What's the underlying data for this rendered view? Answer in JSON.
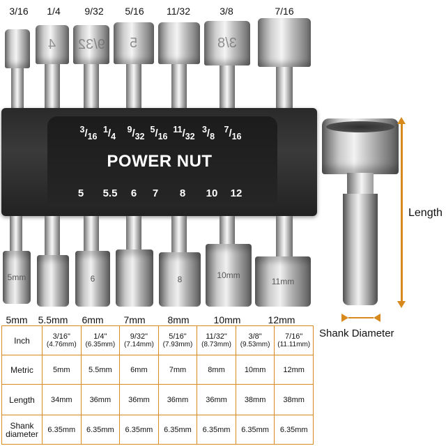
{
  "imperial_labels": [
    "3/16",
    "1/4",
    "9/32",
    "5/16",
    "11/32",
    "3/8",
    "7/16"
  ],
  "socket_etch": [
    "",
    "4",
    "9/32",
    "5",
    "",
    "3/8",
    ""
  ],
  "socket_bottom_etch": [
    "5mm",
    "",
    "6",
    "",
    "8",
    "10mm",
    "11mm"
  ],
  "metric_labels": [
    "5mm",
    "5.5mm",
    "6mm",
    "7mm",
    "8mm",
    "10mm",
    "12mm"
  ],
  "holder": {
    "brand": "POWER NUT",
    "fractions": [
      {
        "num": "3",
        "den": "16"
      },
      {
        "num": "1",
        "den": "4"
      },
      {
        "num": "9",
        "den": "32"
      },
      {
        "num": "5",
        "den": "16"
      },
      {
        "num": "11",
        "den": "32"
      },
      {
        "num": "3",
        "den": "8"
      },
      {
        "num": "7",
        "den": "16"
      }
    ],
    "metric": [
      "5",
      "5.5",
      "6",
      "7",
      "8",
      "10",
      "12"
    ]
  },
  "dimension_labels": {
    "length": "Length",
    "shank_diameter": "Shank Diameter"
  },
  "colors": {
    "accent": "#d8891c",
    "holder": "#2a2a2a"
  },
  "table": {
    "rows": [
      {
        "head": "Inch",
        "cells": [
          {
            "main": "3/16\"",
            "sub": "(4.76mm)"
          },
          {
            "main": "1/4\"",
            "sub": "(6.35mm)"
          },
          {
            "main": "9/32\"",
            "sub": "(7.14mm)"
          },
          {
            "main": "5/16\"",
            "sub": "(7.93mm)"
          },
          {
            "main": "11/32\"",
            "sub": "(8.73mm)"
          },
          {
            "main": "3/8\"",
            "sub": "(9.53mm)"
          },
          {
            "main": "7/16\"",
            "sub": "(11.11mm)"
          }
        ]
      },
      {
        "head": "Metric",
        "cells": [
          {
            "main": "5mm"
          },
          {
            "main": "5.5mm"
          },
          {
            "main": "6mm"
          },
          {
            "main": "7mm"
          },
          {
            "main": "8mm"
          },
          {
            "main": "10mm"
          },
          {
            "main": "12mm"
          }
        ]
      },
      {
        "head": "Length",
        "cells": [
          {
            "main": "34mm"
          },
          {
            "main": "36mm"
          },
          {
            "main": "36mm"
          },
          {
            "main": "36mm"
          },
          {
            "main": "36mm"
          },
          {
            "main": "38mm"
          },
          {
            "main": "38mm"
          }
        ]
      },
      {
        "head": "Shank diameter",
        "cells": [
          {
            "main": "6.35mm"
          },
          {
            "main": "6.35mm"
          },
          {
            "main": "6.35mm"
          },
          {
            "main": "6.35mm"
          },
          {
            "main": "6.35mm"
          },
          {
            "main": "6.35mm"
          },
          {
            "main": "6.35mm"
          }
        ]
      }
    ]
  }
}
